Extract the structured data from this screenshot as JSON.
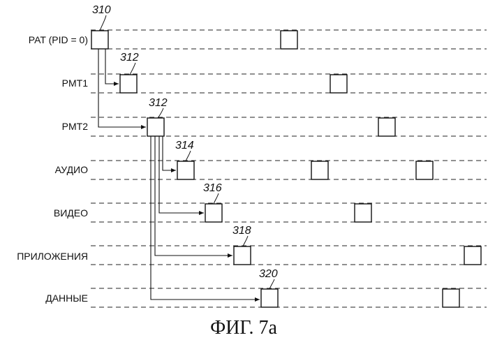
{
  "rows": [
    {
      "label": "PAT (PID = 0)"
    },
    {
      "label": "PMT1"
    },
    {
      "label": "PMT2"
    },
    {
      "label": "АУДИО"
    },
    {
      "label": "ВИДЕО"
    },
    {
      "label": "ПРИЛОЖЕНИЯ"
    },
    {
      "label": "ДАННЫЕ"
    }
  ],
  "refs": [
    "310",
    "312",
    "312",
    "314",
    "316",
    "318",
    "320"
  ],
  "caption": "ФИГ. 7а"
}
